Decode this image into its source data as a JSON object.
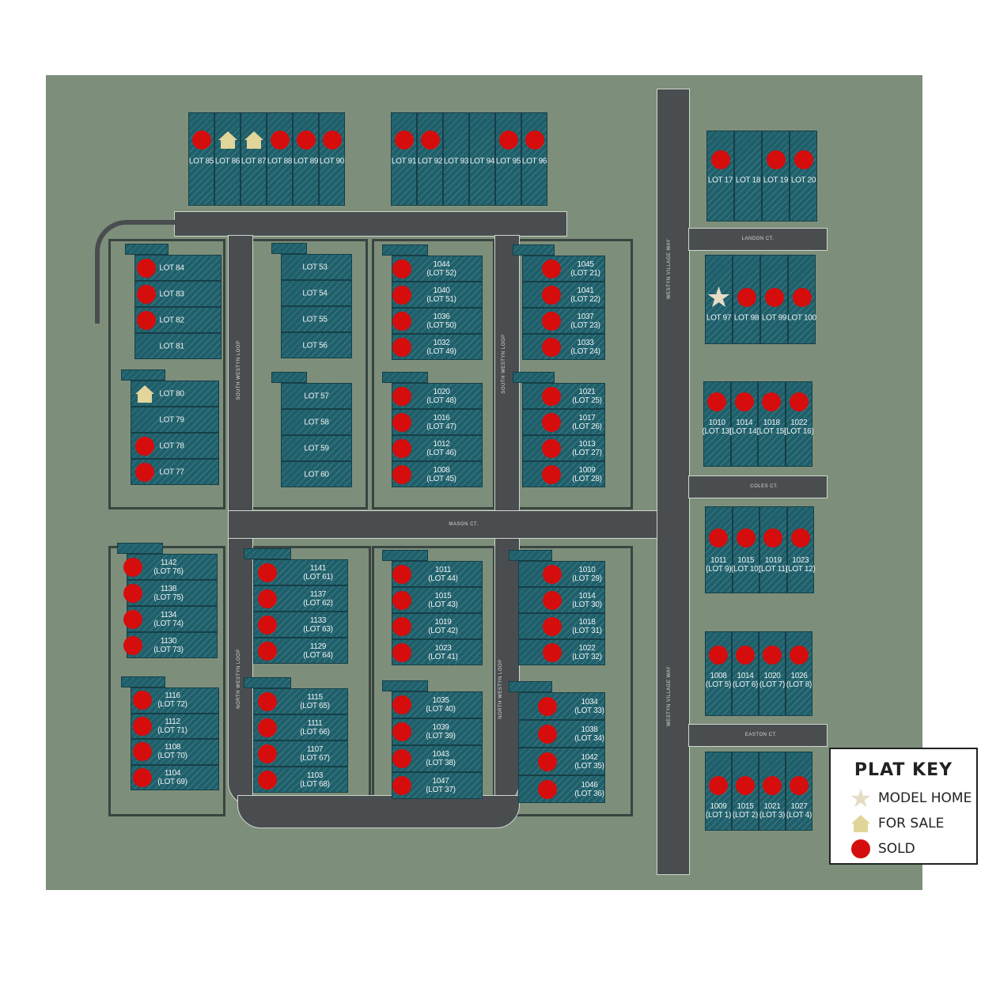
{
  "legend": {
    "title": "PLAT KEY",
    "model_home": "MODEL HOME",
    "for_sale": "FOR SALE",
    "sold": "SOLD",
    "colors": {
      "sold": "#d50d0d",
      "for_sale": "#e2d59a",
      "model_home": "#e6dcc6"
    }
  },
  "streets": {
    "landon": "LANDON CT.",
    "coles": "COLES CT.",
    "mason": "MASON CT.",
    "easton": "EASTON CT.",
    "south_loop": "SOUTH WESTYN LOOP",
    "north_loop": "NORTH WESTYN LOOP",
    "village_way": "WESTYN VILLAGE WAY"
  },
  "groups": {
    "topA": [
      {
        "lot": "LOT 85",
        "status": "sold"
      },
      {
        "lot": "LOT 86",
        "status": "for_sale"
      },
      {
        "lot": "LOT 87",
        "status": "for_sale"
      },
      {
        "lot": "LOT 88",
        "status": "sold"
      },
      {
        "lot": "LOT 89",
        "status": "sold"
      },
      {
        "lot": "LOT 90",
        "status": "sold"
      }
    ],
    "topB": [
      {
        "lot": "LOT 91",
        "status": "sold"
      },
      {
        "lot": "LOT 92",
        "status": "sold"
      },
      {
        "lot": "LOT 93",
        "status": ""
      },
      {
        "lot": "LOT 94",
        "status": ""
      },
      {
        "lot": "LOT 95",
        "status": "sold"
      },
      {
        "lot": "LOT 96",
        "status": "sold"
      }
    ],
    "rC": [
      {
        "lot": "LOT 17",
        "status": "sold"
      },
      {
        "lot": "LOT 18",
        "status": ""
      },
      {
        "lot": "LOT 19",
        "status": "sold"
      },
      {
        "lot": "LOT 20",
        "status": "sold"
      }
    ],
    "rD": [
      {
        "lot": "LOT 97",
        "status": "model_home"
      },
      {
        "lot": "LOT 98",
        "status": "sold"
      },
      {
        "lot": "LOT 99",
        "status": "sold"
      },
      {
        "lot": "LOT 100",
        "status": "sold"
      }
    ],
    "rE": [
      {
        "num": "1010",
        "lot": "(LOT 13)",
        "status": "sold"
      },
      {
        "num": "1014",
        "lot": "(LOT 14)",
        "status": "sold"
      },
      {
        "num": "1018",
        "lot": "(LOT 15)",
        "status": "sold"
      },
      {
        "num": "1022",
        "lot": "(LOT 16)",
        "status": "sold"
      }
    ],
    "rF": [
      {
        "num": "1011",
        "lot": "(LOT 9)",
        "status": "sold"
      },
      {
        "num": "1015",
        "lot": "(LOT 10)",
        "status": "sold"
      },
      {
        "num": "1019",
        "lot": "(LOT 11)",
        "status": "sold"
      },
      {
        "num": "1023",
        "lot": "(LOT 12)",
        "status": "sold"
      }
    ],
    "rG": [
      {
        "num": "1008",
        "lot": "(LOT 5)",
        "status": "sold"
      },
      {
        "num": "1014",
        "lot": "(LOT 6)",
        "status": "sold"
      },
      {
        "num": "1020",
        "lot": "(LOT 7)",
        "status": "sold"
      },
      {
        "num": "1026",
        "lot": "(LOT 8)",
        "status": "sold"
      }
    ],
    "rH": [
      {
        "num": "1009",
        "lot": "(LOT 1)",
        "status": "sold"
      },
      {
        "num": "1015",
        "lot": "(LOT 2)",
        "status": "sold"
      },
      {
        "num": "1021",
        "lot": "(LOT 3)",
        "status": "sold"
      },
      {
        "num": "1027",
        "lot": "(LOT 4)",
        "status": "sold"
      }
    ],
    "b1u": [
      {
        "lot": "LOT 84",
        "status": "sold"
      },
      {
        "lot": "LOT 83",
        "status": "sold"
      },
      {
        "lot": "LOT 82",
        "status": "sold"
      },
      {
        "lot": "LOT 81",
        "status": ""
      }
    ],
    "b1l": [
      {
        "lot": "LOT 80",
        "status": "for_sale"
      },
      {
        "lot": "LOT 79",
        "status": ""
      },
      {
        "lot": "LOT 78",
        "status": "sold"
      },
      {
        "lot": "LOT 77",
        "status": "sold"
      }
    ],
    "b2u": [
      {
        "lot": "LOT 53",
        "status": ""
      },
      {
        "lot": "LOT 54",
        "status": ""
      },
      {
        "lot": "LOT 55",
        "status": ""
      },
      {
        "lot": "LOT 56",
        "status": ""
      }
    ],
    "b2l": [
      {
        "lot": "LOT 57",
        "status": ""
      },
      {
        "lot": "LOT 58",
        "status": ""
      },
      {
        "lot": "LOT 59",
        "status": ""
      },
      {
        "lot": "LOT 60",
        "status": ""
      }
    ],
    "b3u": [
      {
        "num": "1044",
        "lot": "(LOT 52)",
        "status": "sold"
      },
      {
        "num": "1040",
        "lot": "(LOT 51)",
        "status": "sold"
      },
      {
        "num": "1036",
        "lot": "(LOT 50)",
        "status": "sold"
      },
      {
        "num": "1032",
        "lot": "(LOT 49)",
        "status": "sold"
      }
    ],
    "b3l": [
      {
        "num": "1020",
        "lot": "(LOT 48)",
        "status": "sold"
      },
      {
        "num": "1016",
        "lot": "(LOT 47)",
        "status": "sold"
      },
      {
        "num": "1012",
        "lot": "(LOT 46)",
        "status": "sold"
      },
      {
        "num": "1008",
        "lot": "(LOT 45)",
        "status": "sold"
      }
    ],
    "b4u": [
      {
        "num": "1045",
        "lot": "(LOT 21)",
        "status": "sold"
      },
      {
        "num": "1041",
        "lot": "(LOT 22)",
        "status": "sold"
      },
      {
        "num": "1037",
        "lot": "(LOT 23)",
        "status": "sold"
      },
      {
        "num": "1033",
        "lot": "(LOT 24)",
        "status": "sold"
      }
    ],
    "b4l": [
      {
        "num": "1021",
        "lot": "(LOT 25)",
        "status": "sold"
      },
      {
        "num": "1017",
        "lot": "(LOT 26)",
        "status": "sold"
      },
      {
        "num": "1013",
        "lot": "(LOT 27)",
        "status": "sold"
      },
      {
        "num": "1009",
        "lot": "(LOT 28)",
        "status": "sold"
      }
    ],
    "c1u": [
      {
        "num": "1142",
        "lot": "(LOT 76)",
        "status": "sold"
      },
      {
        "num": "1138",
        "lot": "(LOT 75)",
        "status": "sold"
      },
      {
        "num": "1134",
        "lot": "(LOT 74)",
        "status": "sold"
      },
      {
        "num": "1130",
        "lot": "(LOT 73)",
        "status": "sold"
      }
    ],
    "c1l": [
      {
        "num": "1116",
        "lot": "(LOT 72)",
        "status": "sold"
      },
      {
        "num": "1112",
        "lot": "(LOT 71)",
        "status": "sold"
      },
      {
        "num": "1108",
        "lot": "(LOT 70)",
        "status": "sold"
      },
      {
        "num": "1104",
        "lot": "(LOT 69)",
        "status": "sold"
      }
    ],
    "c2u": [
      {
        "num": "1141",
        "lot": "(LOT 61)",
        "status": "sold"
      },
      {
        "num": "1137",
        "lot": "(LOT 62)",
        "status": "sold"
      },
      {
        "num": "1133",
        "lot": "(LOT 63)",
        "status": "sold"
      },
      {
        "num": "1129",
        "lot": "(LOT 64)",
        "status": "sold"
      }
    ],
    "c2l": [
      {
        "num": "1115",
        "lot": "(LOT 65)",
        "status": "sold"
      },
      {
        "num": "1111",
        "lot": "(LOT 66)",
        "status": "sold"
      },
      {
        "num": "1107",
        "lot": "(LOT 67)",
        "status": "sold"
      },
      {
        "num": "1103",
        "lot": "(LOT 68)",
        "status": "sold"
      }
    ],
    "c3u": [
      {
        "num": "1011",
        "lot": "(LOT 44)",
        "status": "sold"
      },
      {
        "num": "1015",
        "lot": "(LOT 43)",
        "status": "sold"
      },
      {
        "num": "1019",
        "lot": "(LOT 42)",
        "status": "sold"
      },
      {
        "num": "1023",
        "lot": "(LOT 41)",
        "status": "sold"
      }
    ],
    "c3l": [
      {
        "num": "1035",
        "lot": "(LOT 40)",
        "status": "sold"
      },
      {
        "num": "1039",
        "lot": "(LOT 39)",
        "status": "sold"
      },
      {
        "num": "1043",
        "lot": "(LOT 38)",
        "status": "sold"
      },
      {
        "num": "1047",
        "lot": "(LOT 37)",
        "status": "sold"
      }
    ],
    "c4u": [
      {
        "num": "1010",
        "lot": "(LOT 29)",
        "status": "sold"
      },
      {
        "num": "1014",
        "lot": "(LOT 30)",
        "status": "sold"
      },
      {
        "num": "1018",
        "lot": "(LOT 31)",
        "status": "sold"
      },
      {
        "num": "1022",
        "lot": "(LOT 32)",
        "status": "sold"
      }
    ],
    "c4l": [
      {
        "num": "1034",
        "lot": "(LOT 33)",
        "status": "sold"
      },
      {
        "num": "1038",
        "lot": "(LOT 34)",
        "status": "sold"
      },
      {
        "num": "1042",
        "lot": "(LOT 35)",
        "status": "sold"
      },
      {
        "num": "1046",
        "lot": "(LOT 36)",
        "status": "sold"
      }
    ]
  }
}
